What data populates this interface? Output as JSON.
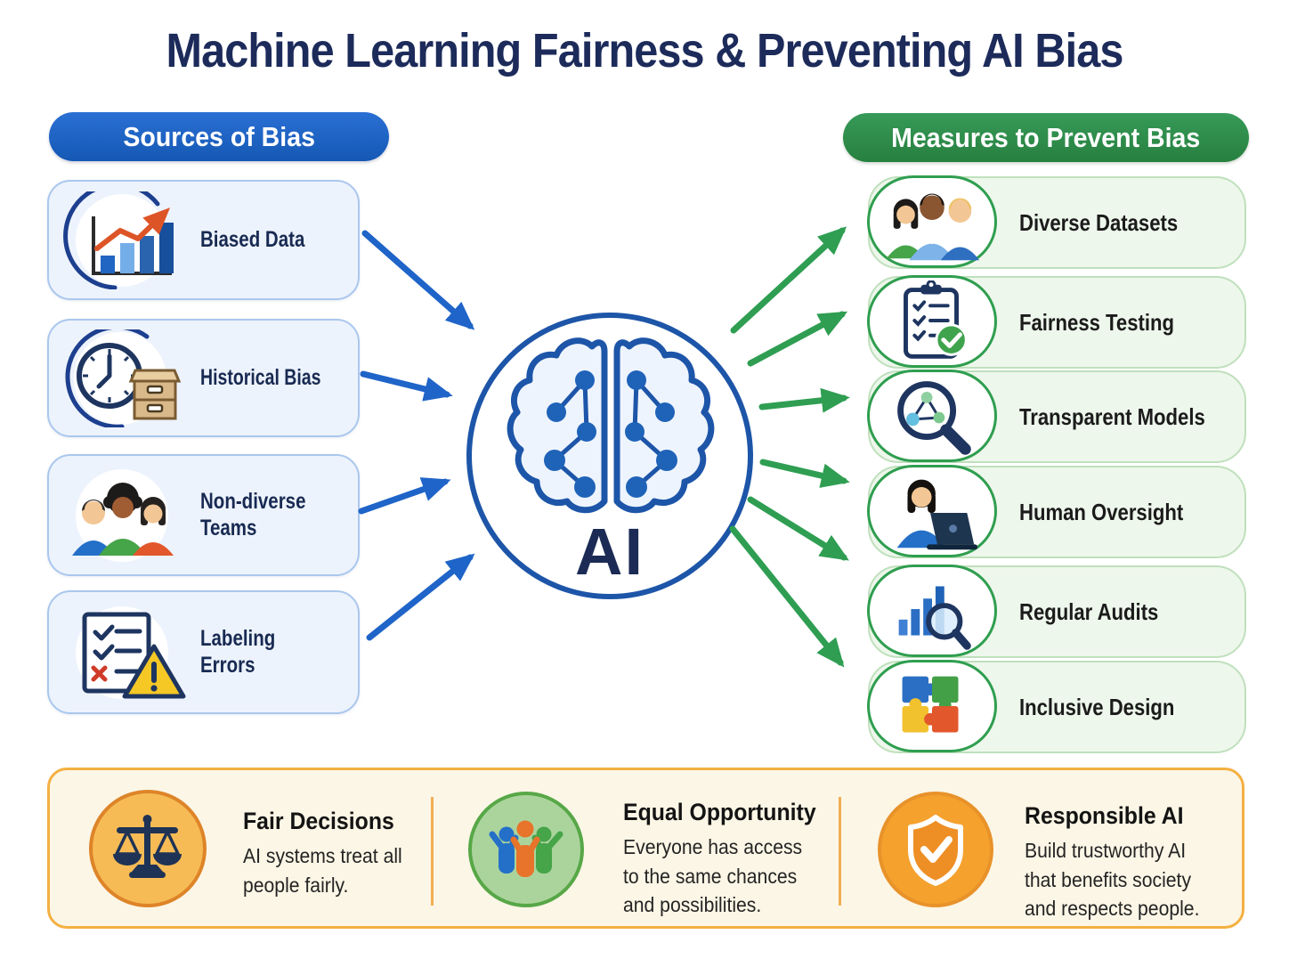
{
  "title": "Machine Learning Fairness & Preventing AI Bias",
  "sources": {
    "header": "Sources of Bias",
    "items": [
      {
        "label": "Biased Data",
        "icon": "biased-data-chart-icon"
      },
      {
        "label": "Historical Bias",
        "icon": "historical-clock-archive-icon"
      },
      {
        "label": "Non-diverse Teams",
        "icon": "non-diverse-team-icon"
      },
      {
        "label": "Labeling Errors",
        "icon": "labeling-errors-checklist-icon"
      }
    ]
  },
  "center": {
    "label": "AI",
    "icon": "ai-brain-icon"
  },
  "measures": {
    "header": "Measures to Prevent Bias",
    "items": [
      {
        "label": "Diverse Datasets",
        "icon": "diverse-people-icon"
      },
      {
        "label": "Fairness Testing",
        "icon": "fairness-checklist-icon"
      },
      {
        "label": "Transparent Models",
        "icon": "magnifier-network-icon"
      },
      {
        "label": "Human Oversight",
        "icon": "person-laptop-icon"
      },
      {
        "label": "Regular Audits",
        "icon": "bar-chart-magnifier-icon"
      },
      {
        "label": "Inclusive Design",
        "icon": "puzzle-pieces-icon"
      }
    ]
  },
  "footer": {
    "items": [
      {
        "title": "Fair Decisions",
        "description": "AI systems treat all people fairly.",
        "icon": "balance-scales-icon"
      },
      {
        "title": "Equal Opportunity",
        "description": "Everyone has access to the same chances and possibilities.",
        "icon": "people-celebrating-icon"
      },
      {
        "title": "Responsible AI",
        "description": "Build trustworthy AI that benefits society and respects people.",
        "icon": "shield-check-icon"
      }
    ]
  },
  "colors": {
    "title_navy": "#1c2b5a",
    "source_header_blue": "#1a63c8",
    "measure_header_green": "#2e8b4d",
    "arrow_blue": "#1f64c8",
    "arrow_green": "#2f9e52",
    "source_card_bg": "#edf3fc",
    "source_card_border": "#aac7ee",
    "measure_card_bg": "#eef7ec",
    "measure_card_border": "#2f9e4f",
    "footer_bg": "#fcf6e6",
    "footer_border": "#f4b042",
    "warning_yellow": "#f6c826",
    "accent_orange": "#e2572b"
  }
}
